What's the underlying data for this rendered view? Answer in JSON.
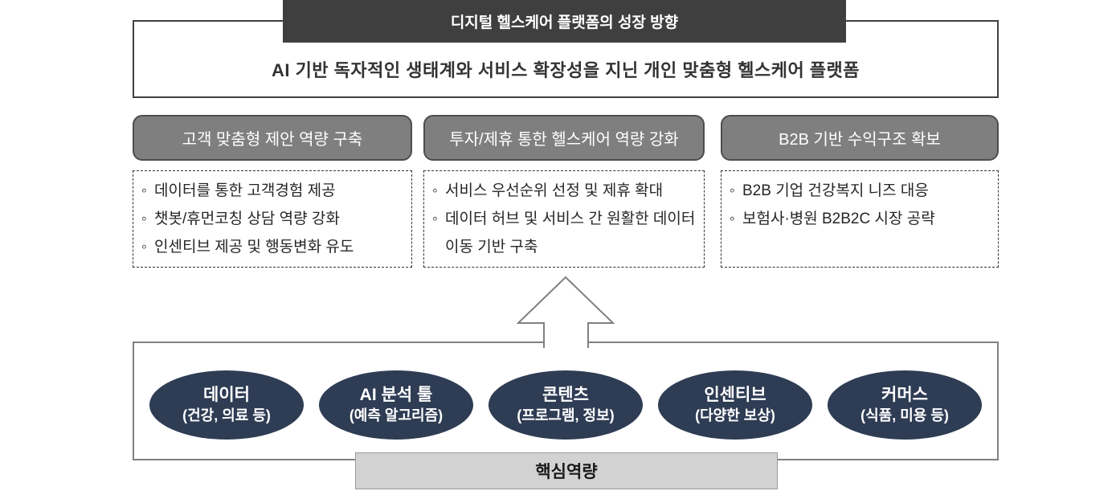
{
  "title": "디지털 헬스케어 플랫폼의 성장 방향",
  "subtitle": "AI 기반 독자적인 생태계와 서비스 확장성을 지닌 개인 맞춤형 헬스케어 플랫폼",
  "bullet_char": "◦",
  "columns": [
    {
      "header": "고객 맞춤형 제안 역량 구축",
      "bullets": [
        "데이터를 통한 고객경험 제공",
        "챗봇/휴먼코칭 상담 역량 강화",
        "인센티브 제공 및 행동변화 유도"
      ]
    },
    {
      "header": "투자/제휴 통한 헬스케어 역량 강화",
      "bullets": [
        "서비스 우선순위 선정 및 제휴 확대",
        "데이터 허브 및 서비스 간 원활한 데이터 이동 기반 구축"
      ]
    },
    {
      "header": "B2B 기반 수익구조 확보",
      "bullets": [
        "B2B 기업 건강복지 니즈 대응",
        "보험사·병원 B2B2C 시장 공략"
      ]
    }
  ],
  "capabilities": [
    {
      "name": "데이터",
      "sub": "(건강, 의료 등)"
    },
    {
      "name": "AI 분석 툴",
      "sub": "(예측 알고리즘)"
    },
    {
      "name": "콘텐츠",
      "sub": "(프로그램, 정보)"
    },
    {
      "name": "인센티브",
      "sub": "(다양한 보상)"
    },
    {
      "name": "커머스",
      "sub": "(식품, 미용 등)"
    }
  ],
  "footer_label": "핵심역량",
  "colors": {
    "title_bg": "#3f3f3f",
    "pill_bg": "#7f7f7f",
    "pill_border": "#4d4d4d",
    "ellipse_bg": "#2e3c54",
    "core_bg": "#d2d2d2",
    "outline": "#404040",
    "bottom_border": "#808080"
  }
}
